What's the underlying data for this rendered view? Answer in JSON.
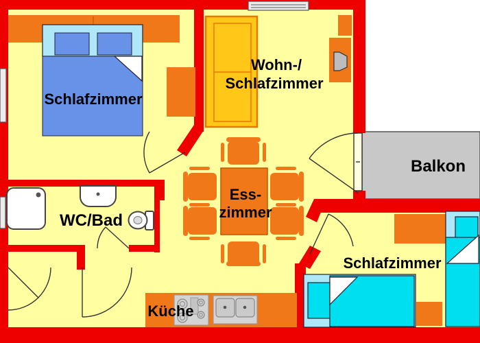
{
  "plan": {
    "type": "apartment floor plan",
    "rooms": {
      "bedroom1": {
        "label": "Schlafzimmer"
      },
      "living_bedroom": {
        "label_line1": "Wohn-/",
        "label_line2": "Schlafzimmer"
      },
      "balcony": {
        "label": "Balkon"
      },
      "dining": {
        "label_line1": "Ess-",
        "label_line2": "zimmer"
      },
      "bathroom": {
        "label": "WC/Bad"
      },
      "kitchen": {
        "label": "Küche"
      },
      "bedroom2": {
        "label": "Schlafzimmer"
      }
    },
    "colors": {
      "wall": "#ee0000",
      "floor": "#ffffa2",
      "furniture_orange": "#f07818",
      "furniture_orange_border": "#c05800",
      "sofa_gold": "#ffc818",
      "sofa_border": "#e87800",
      "bed_blue": "#6891e8",
      "bed_cyan_light": "#aee8f8",
      "bed_cyan_bright": "#00dff0",
      "balcony_gray": "#c8c8c8",
      "fixture_gray": "#d4d4d4"
    }
  }
}
